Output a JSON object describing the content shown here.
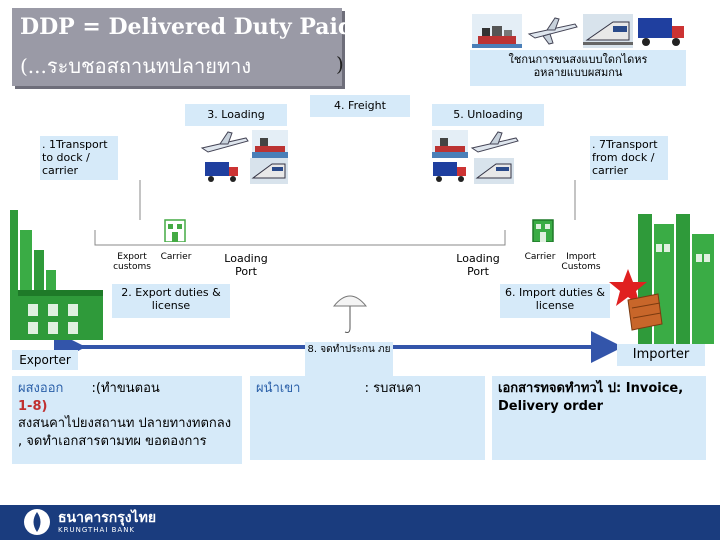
{
  "title": {
    "line1": "DDP = Delivered Duty Paid",
    "line2": "(...ระบชอสถานทปลายทาง",
    "line2_end": ")"
  },
  "multimodal_note": {
    "line1": "ใชกนการขนสงแบบใดกไดหร",
    "line2": "อหลายแบบผสมกน"
  },
  "steps": {
    "loading": "3. Loading",
    "freight": "4. Freight",
    "unloading": "5. Unloading",
    "transport_to_dock": ". 1Transport to dock / carrier",
    "transport_from_dock": ". 7Transport from dock / carrier",
    "export_duties": "2. Export duties & license",
    "import_duties": "6. Import duties & license",
    "insurance": "8. จดทำประกน ภย"
  },
  "labels": {
    "export_customs": "Export customs",
    "export_carrier": "Carrier",
    "loading_port_left": "Loading Port",
    "loading_port_right": "Loading Port",
    "import_carrier": "Carrier",
    "import_customs": "Import Customs",
    "exporter": "Exporter",
    "importer": "Importer"
  },
  "exporter_panel": {
    "prefix": "ผสงออก",
    "suffix": ":(ทำขนตอน",
    "range": "1-8)",
    "body": "สงสนคาไปยงสถานท ปลายทางทตกลง , จดทำเอกสารตามทผ ขอตองการ"
  },
  "importer_buyer": {
    "prefix": "ผนำเขา",
    "suffix": ": รบสนคา"
  },
  "importer_docs": {
    "text": "เอกสารทจดทำทวไ ป: Invoice, Delivery order"
  },
  "footer": {
    "bank_name": "ธนาคารกรุงไทย",
    "bank_name_en": "KRUNGTHAI BANK"
  },
  "colors": {
    "panel_bg": "#d6eaf9",
    "title_bg": "#9a9aa6",
    "arrow": "#3355aa",
    "factory_green": "#2f9a3a",
    "footer_blue": "#1a3c7e"
  },
  "icons": [
    "ship-icon",
    "airplane-icon",
    "train-icon",
    "truck-icon",
    "factory-icon",
    "customs-building-icon",
    "umbrella-icon",
    "star-icon",
    "krungthai-logo-icon"
  ]
}
